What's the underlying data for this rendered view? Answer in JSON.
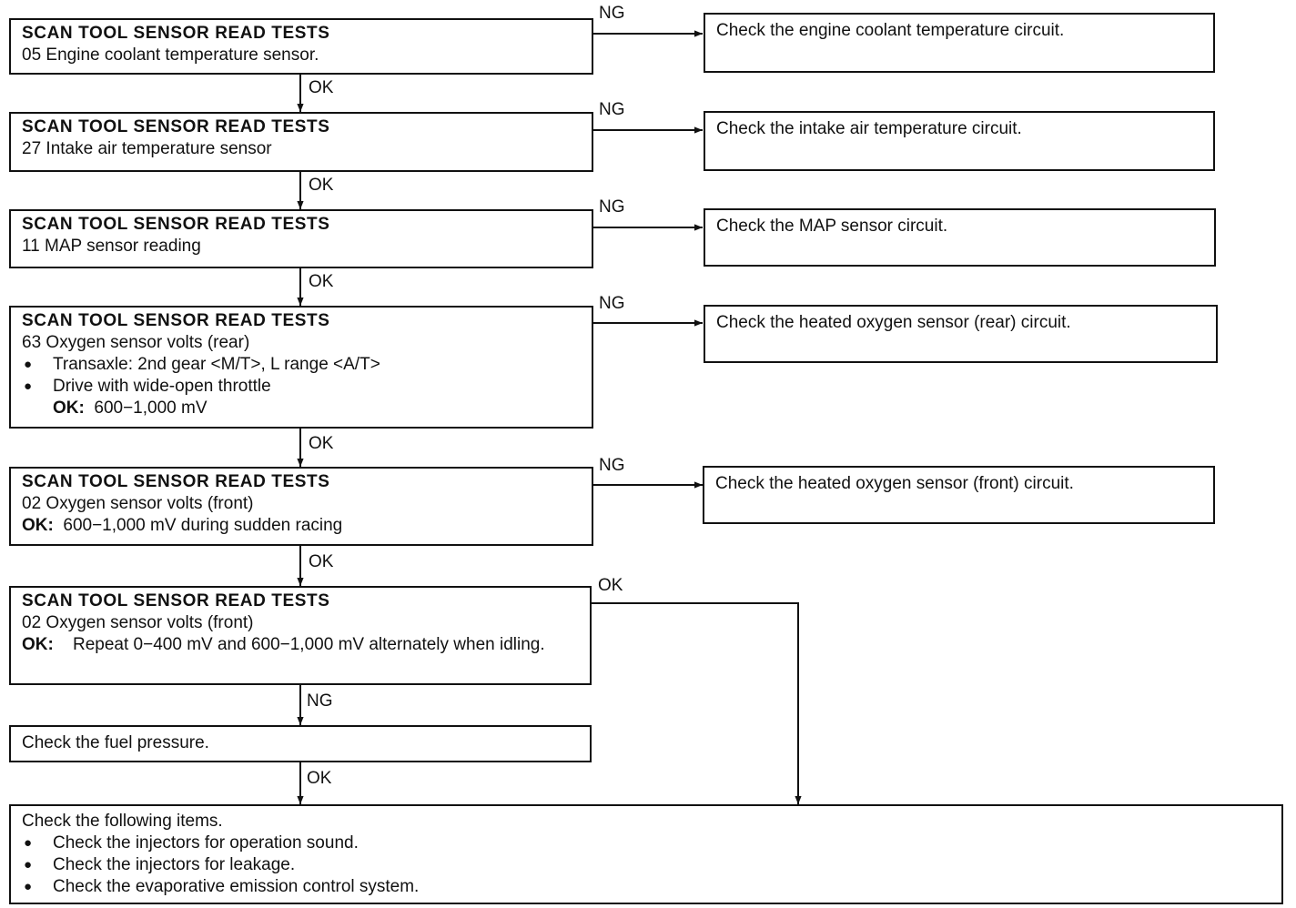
{
  "tests": [
    {
      "title": "SCAN TOOL SENSOR READ TESTS",
      "line": "05 Engine coolant temperature sensor.",
      "ng_label": "NG",
      "ok_label": "OK",
      "result": "Check the engine coolant temperature circuit."
    },
    {
      "title": "SCAN TOOL SENSOR READ TESTS",
      "line": "27 Intake air temperature sensor",
      "ng_label": "NG",
      "ok_label": "OK",
      "result": "Check the intake air temperature circuit."
    },
    {
      "title": "SCAN TOOL SENSOR READ TESTS",
      "line": "11 MAP sensor reading",
      "ng_label": "NG",
      "ok_label": "OK",
      "result": "Check the MAP sensor circuit."
    },
    {
      "title": "SCAN TOOL SENSOR READ TESTS",
      "line": "63 Oxygen sensor volts (rear)",
      "bullets": [
        "Transaxle: 2nd gear <M/T>, L range <A/T>",
        "Drive with wide-open throttle"
      ],
      "ok_key": "OK:",
      "ok_text": "600−1,000 mV",
      "ng_label": "NG",
      "ok_label": "OK",
      "result": "Check the heated oxygen sensor (rear) circuit."
    },
    {
      "title": "SCAN TOOL SENSOR READ TESTS",
      "line": "02 Oxygen sensor volts (front)",
      "ok_key": "OK:",
      "ok_text": "600−1,000 mV during sudden racing",
      "ng_label": "NG",
      "ok_label": "OK",
      "result": "Check the heated oxygen sensor (front) circuit."
    },
    {
      "title": "SCAN TOOL SENSOR READ TESTS",
      "line": "02 Oxygen sensor volts (front)",
      "ok_key": "OK:",
      "ok_text": "Repeat 0−400 mV and 600−1,000 mV alternately when idling.",
      "ng_label": "NG",
      "ok_label": "OK"
    }
  ],
  "fuel": {
    "text": "Check the fuel pressure.",
    "ok_label": "OK"
  },
  "final": {
    "title": "Check the following items.",
    "bullets": [
      "Check the injectors for operation sound.",
      "Check the injectors for leakage.",
      "Check the evaporative emission control system."
    ]
  }
}
